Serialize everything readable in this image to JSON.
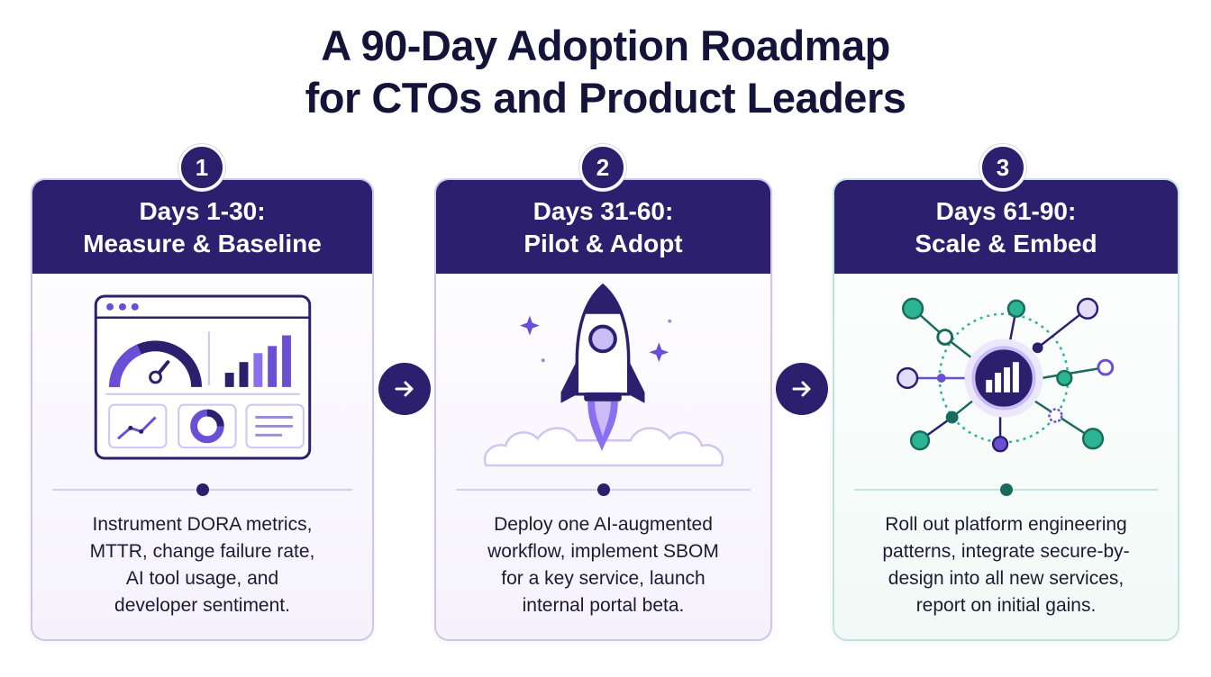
{
  "title": {
    "line1": "A 90-Day Adoption Roadmap",
    "line2": "for CTOs and Product Leaders"
  },
  "phases": [
    {
      "step": "1",
      "heading_line1": "Days 1-30:",
      "heading_line2": "Measure & Baseline",
      "icon": "dashboard-icon",
      "body": [
        "Instrument DORA metrics,",
        "MTTR, change failure rate,",
        "AI tool usage, and",
        "developer sentiment."
      ]
    },
    {
      "step": "2",
      "heading_line1": "Days 31-60:",
      "heading_line2": "Pilot & Adopt",
      "icon": "rocket-icon",
      "body": [
        "Deploy one AI-augmented",
        "workflow, implement SBOM",
        "for a key service, launch",
        "internal portal beta."
      ]
    },
    {
      "step": "3",
      "heading_line1": "Days 61-90:",
      "heading_line2": "Scale & Embed",
      "icon": "network-icon",
      "body": [
        "Roll out platform engineering",
        "patterns, integrate secure-by-",
        "design into all new services,",
        "report on initial gains."
      ]
    }
  ],
  "colors": {
    "navy": "#2b1f6e",
    "purple": "#6a4fd6",
    "lavender": "#cfc6ef",
    "teal": "#2bb594",
    "dark_teal": "#1a6b5c"
  }
}
